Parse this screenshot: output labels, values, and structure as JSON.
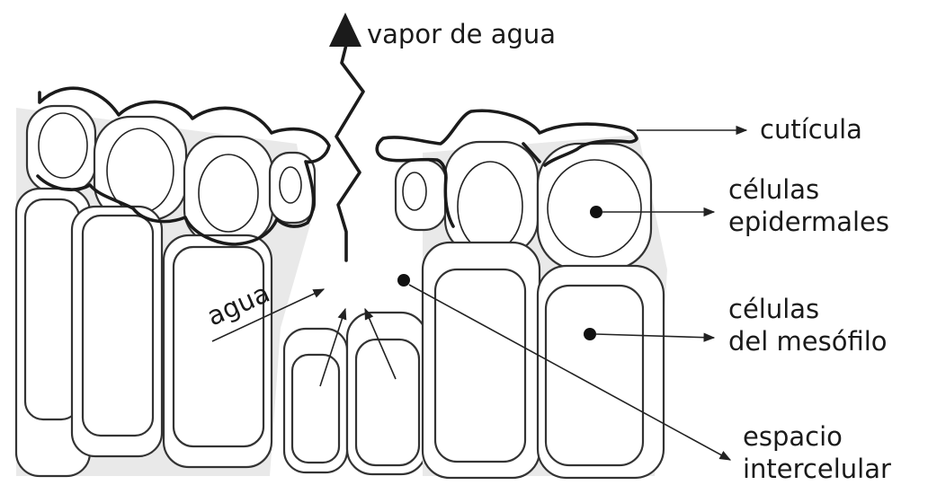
{
  "labels": {
    "vapor": "vapor de agua",
    "agua": "agua",
    "cuticula": "cutícula",
    "epidermales_1": "células",
    "epidermales_2": "epidermales",
    "mesofilo_1": "células",
    "mesofilo_2": "del mesófilo",
    "espacio_1": "espacio",
    "espacio_2": "intercelular"
  },
  "colors": {
    "ink": "#1b1b1b",
    "tissue_shade": "#e9e9e9",
    "cell_fill": "#ffffff"
  }
}
